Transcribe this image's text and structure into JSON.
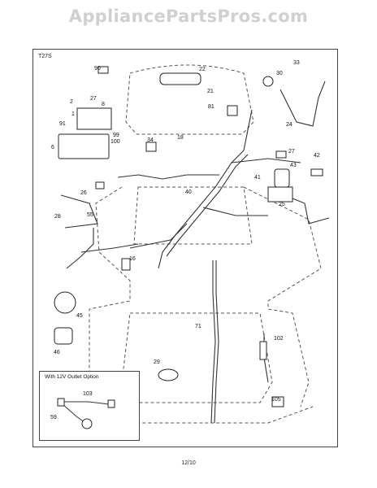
{
  "watermark": "AppliancePartsPros.com",
  "diagram_code": "T27S",
  "inset_title": "With 12V Outlet Option",
  "footer_date": "12/10",
  "callouts": {
    "c90": "90",
    "c22": "22",
    "c33": "33",
    "c30": "30",
    "c21": "21",
    "c2": "2",
    "c27a": "27",
    "c8a": "8",
    "c1": "1",
    "c81": "81",
    "c91": "91",
    "c99": "99",
    "c100": "100",
    "c24": "24",
    "c6": "6",
    "c34": "34",
    "c18": "18",
    "c27b": "27",
    "c42": "42",
    "c41": "41",
    "c43": "43",
    "c26": "26",
    "c40": "40",
    "c25": "25",
    "c28": "28",
    "c55": "55",
    "c16": "16",
    "c45": "45",
    "c71": "71",
    "c102": "102",
    "c46": "46",
    "c29": "29",
    "c103": "103",
    "c59": "59",
    "c105": "105"
  },
  "colors": {
    "line": "#333333",
    "dash": "#555555",
    "watermark": "#d0d0d0"
  }
}
